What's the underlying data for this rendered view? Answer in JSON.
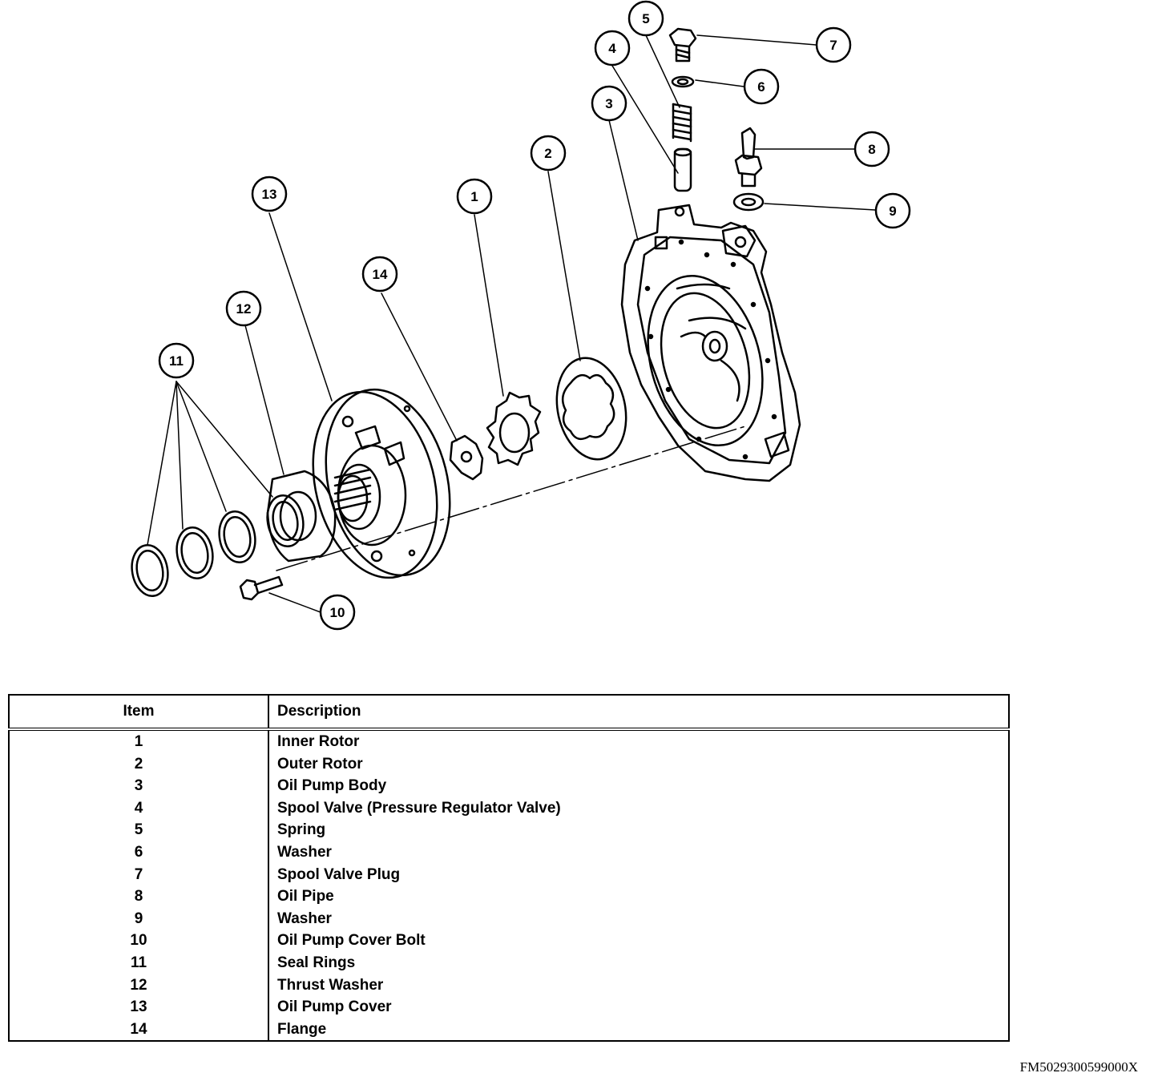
{
  "callouts": [
    {
      "num": "1"
    },
    {
      "num": "2"
    },
    {
      "num": "3"
    },
    {
      "num": "4"
    },
    {
      "num": "5"
    },
    {
      "num": "6"
    },
    {
      "num": "7"
    },
    {
      "num": "8"
    },
    {
      "num": "9"
    },
    {
      "num": "10"
    },
    {
      "num": "11"
    },
    {
      "num": "12"
    },
    {
      "num": "13"
    },
    {
      "num": "14"
    }
  ],
  "legend": {
    "header_item": "Item",
    "header_description": "Description",
    "rows": [
      {
        "item": "1",
        "description": "Inner Rotor"
      },
      {
        "item": "2",
        "description": "Outer Rotor"
      },
      {
        "item": "3",
        "description": "Oil Pump Body"
      },
      {
        "item": "4",
        "description": "Spool Valve (Pressure Regulator Valve)"
      },
      {
        "item": "5",
        "description": "Spring"
      },
      {
        "item": "6",
        "description": "Washer"
      },
      {
        "item": "7",
        "description": "Spool Valve Plug"
      },
      {
        "item": "8",
        "description": "Oil Pipe"
      },
      {
        "item": "9",
        "description": "Washer"
      },
      {
        "item": "10",
        "description": "Oil Pump Cover Bolt"
      },
      {
        "item": "11",
        "description": "Seal Rings"
      },
      {
        "item": "12",
        "description": "Thrust Washer"
      },
      {
        "item": "13",
        "description": "Oil Pump Cover"
      },
      {
        "item": "14",
        "description": "Flange"
      }
    ]
  },
  "figure_code": "FM5029300599000X"
}
